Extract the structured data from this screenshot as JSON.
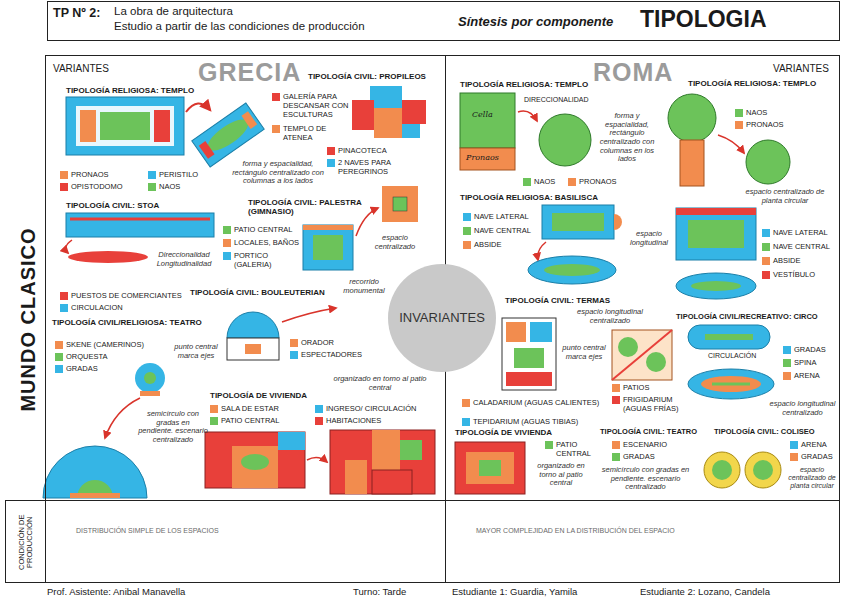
{
  "diagram": {
    "title": "TIPOLOGIA",
    "nodes": [
      {
        "text": [
          "TP Nº 2:",
          "La obra de arquitectura",
          "Estudio a partir de las condiciones de producción",
          "Síntesis por componente"
        ]
      },
      {
        "text": [
          "VARIANTES",
          "GRECIA"
        ]
      },
      {
        "text": [
          "ROMA",
          "VARIANTES"
        ]
      },
      {
        "text": [
          "INVARIANTES"
        ]
      },
      {
        "text": [
          "CONDICIÓN DE PRODUCCIÓN"
        ]
      },
      {
        "text": [
          "DISTRIBUCIÓN SIMPLE DE LOS ESPACIOS"
        ]
      },
      {
        "text": [
          "MAYOR COMPLEJIDAD EN LA DISTRIBUCIÓN DEL ESPACIO"
        ]
      }
    ],
    "labels": [
      "MUNDO CLASICO",
      "TIPOLOGÍA RELIGIOSA: TEMPLO",
      "forma y espacialidad, rectángulo centralizado con columnas a los lados",
      "TIPOLOGÍA CIVIL: PROPILEOS",
      "TIPOLOGÍA CIVIL: STOA",
      "Direccionalidad Longitudinalidad",
      "TIPOLOGÍA CIVIL: PALESTRA (GIMNASIO)",
      "espacio centralizado",
      "TIPOLOGÍA CIVIL: BOULEUTERIAN",
      "recorrido monumental",
      "TIPOLOGÍA CIVIL/RELIGIOSA: TEATRO",
      "punto central marca ejes",
      "semicírculo con gradas en pendiente. escenario centralizado",
      "TIPOLOGÍA DE VIVIENDA",
      "organizado en torno al patio central",
      "Cella",
      "Pronaos",
      "TIPOLOGÍA RELIGIOSA: TEMPLO",
      "DIRECCIONALIDAD",
      "forma y espacialidad, rectángulo centralizado con columnas en los lados",
      "TIPOLOGÍA RELIGIOSA: TEMPLO",
      "espacio centralizado de planta circular",
      "TIPOLOGÍA RELIGIOSA: BASILISCA",
      "espacio longitudinal",
      "TIPOLOGÍA CIVIL: TERMAS",
      "espacio longitudinal centralizado",
      "punto central marca ejes",
      "TIPOLOGÍA CIVIL/RECREATIVO: CIRCO",
      "CIRCULACIÓN",
      "espacio longitudinal centralizado",
      "TIPOLOGÍA DE VIVIENDA",
      "organizado en torno al patio central",
      "TIPOLOGÍA CIVIL: TEATRO",
      "semicírculo con gradas en pendiente. escenario centralizado",
      "TIPOLOGÍA CIVIL: COLISEO",
      "espacio centralizado de planta circular",
      "Prof. Asistente: Anibal Manavella",
      "Turno: Tarde",
      "Estudiante 1: Guardia, Yamila",
      "Estudiante 2: Lozano, Candela"
    ],
    "legend": [
      {
        "text": "PRONAOS",
        "color": "#f28c4e"
      },
      {
        "text": "OPISTODOMO",
        "color": "#e8403a"
      },
      {
        "text": "PERISTILO",
        "color": "#35b5e5"
      },
      {
        "text": "NAOS",
        "color": "#6cc35a"
      },
      {
        "text": "GALERÍA PARA DESCANSAR CON ESCULTURAS",
        "color": "#e8403a"
      },
      {
        "text": "TEMPLO DE ATENEA",
        "color": "#f28c4e"
      },
      {
        "text": "PINACOTECA",
        "color": "#e8403a"
      },
      {
        "text": "2 NAVES PARA PEREGRINOS",
        "color": "#35b5e5"
      },
      {
        "text": "PATIO CENTRAL",
        "color": "#6cc35a"
      },
      {
        "text": "LOCALES, BAÑOS",
        "color": "#f28c4e"
      },
      {
        "text": "PORTICO (GALERIA)",
        "color": "#35b5e5"
      },
      {
        "text": "PUESTOS DE COMERCIANTES",
        "color": "#e8403a"
      },
      {
        "text": "CIRCULACION",
        "color": "#35b5e5"
      },
      {
        "text": "ORADOR",
        "color": "#f28c4e"
      },
      {
        "text": "ESPECTADORES",
        "color": "#35b5e5"
      },
      {
        "text": "SKENE (CAMERINOS)",
        "color": "#f28c4e"
      },
      {
        "text": "ORQUESTA",
        "color": "#6cc35a"
      },
      {
        "text": "GRADAS",
        "color": "#35b5e5"
      },
      {
        "text": "SALA DE ESTAR",
        "color": "#f28c4e"
      },
      {
        "text": "PATIO CENTRAL",
        "color": "#6cc35a"
      },
      {
        "text": "INGRESO/ CIRCULACIÓN",
        "color": "#35b5e5"
      },
      {
        "text": "HABITACIONES",
        "color": "#e8403a"
      },
      {
        "text": "NAOS",
        "color": "#6cc35a"
      },
      {
        "text": "PRONAOS",
        "color": "#f28c4e"
      },
      {
        "text": "NAOS",
        "color": "#6cc35a"
      },
      {
        "text": "PRONAOS",
        "color": "#f28c4e"
      },
      {
        "text": "NAVE LATERAL",
        "color": "#35b5e5"
      },
      {
        "text": "NAVE CENTRAL",
        "color": "#6cc35a"
      },
      {
        "text": "ABSIDE",
        "color": "#f28c4e"
      },
      {
        "text": "NAVE LATERAL",
        "color": "#35b5e5"
      },
      {
        "text": "NAVE CENTRAL",
        "color": "#6cc35a"
      },
      {
        "text": "ABSIDE",
        "color": "#f28c4e"
      },
      {
        "text": "VESTÍBULO",
        "color": "#e8403a"
      },
      {
        "text": "CALADARIUM (AGUAS CALIENTES)",
        "color": "#f28c4e"
      },
      {
        "text": "TEPIDARIUM (AGUAS TIBIAS)",
        "color": "#35b5e5"
      },
      {
        "text": "PATIOS",
        "color": "#f28c4e"
      },
      {
        "text": "FRIGIDARIUM (AGUAS FRÍAS)",
        "color": "#e8403a"
      },
      {
        "text": "GRADAS",
        "color": "#35b5e5"
      },
      {
        "text": "SPINA",
        "color": "#6cc35a"
      },
      {
        "text": "ARENA",
        "color": "#f28c4e"
      },
      {
        "text": "PATIO CENTRAL",
        "color": "#6cc35a"
      },
      {
        "text": "ESCENARIO",
        "color": "#f28c4e"
      },
      {
        "text": "GRADAS",
        "color": "#6cc35a"
      },
      {
        "text": "ARENA",
        "color": "#35b5e5"
      },
      {
        "text": "GRADAS",
        "color": "#f28c4e"
      }
    ]
  }
}
